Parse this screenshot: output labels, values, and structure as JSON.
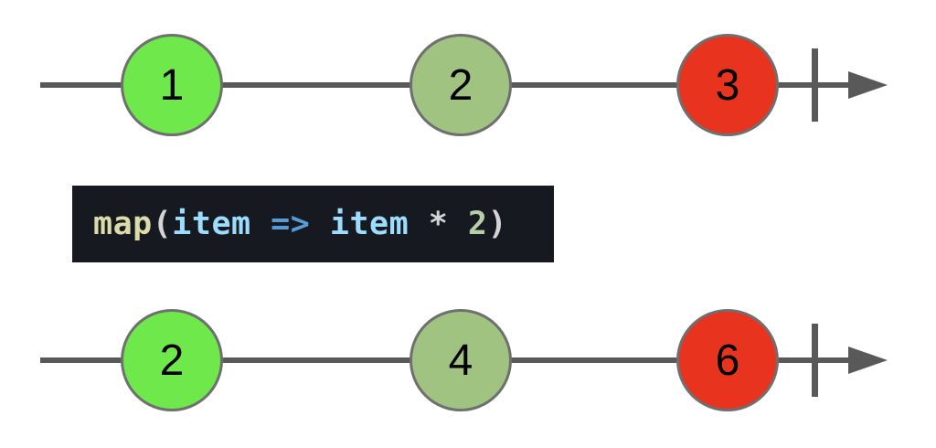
{
  "colors": {
    "timeline_gray": "#595959",
    "circle_border": "#6f6f6f",
    "event_green": "#6ee84b",
    "event_olive": "#a0c382",
    "event_red": "#e8331f",
    "code_background": "#161920"
  },
  "input_stream": {
    "events": [
      {
        "value": "1",
        "color": "#6ee84b"
      },
      {
        "value": "2",
        "color": "#a0c382"
      },
      {
        "value": "3",
        "color": "#e8331f"
      }
    ]
  },
  "operator_code": {
    "text": "map(item => item * 2)",
    "tokens": [
      {
        "text": "map",
        "color": "#dcdcaa"
      },
      {
        "text": "(",
        "color": "#d4d4d4"
      },
      {
        "text": "item ",
        "color": "#9cdcfe"
      },
      {
        "text": "=> ",
        "color": "#569cd6"
      },
      {
        "text": "item ",
        "color": "#9cdcfe"
      },
      {
        "text": "* ",
        "color": "#d4d4d4"
      },
      {
        "text": "2",
        "color": "#b5cea8"
      },
      {
        "text": ")",
        "color": "#d4d4d4"
      }
    ]
  },
  "output_stream": {
    "events": [
      {
        "value": "2",
        "color": "#6ee84b"
      },
      {
        "value": "4",
        "color": "#a0c382"
      },
      {
        "value": "6",
        "color": "#e8331f"
      }
    ]
  }
}
